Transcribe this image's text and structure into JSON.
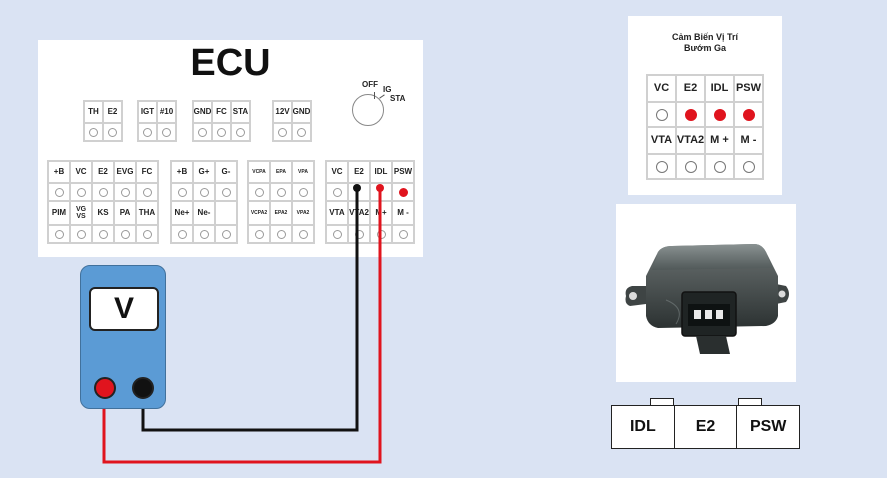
{
  "ecu": {
    "title": "ECU",
    "switch": {
      "off": "OFF",
      "ig": "IG",
      "sta": "STA"
    },
    "top_blocks": [
      [
        "TH",
        "E2"
      ],
      [
        "IGT",
        "#10"
      ],
      [
        "GND",
        "FC",
        "STA"
      ],
      [
        "12V",
        "GND"
      ]
    ],
    "block_a": {
      "row1": [
        "+B",
        "VC",
        "E2",
        "EVG",
        "FC"
      ],
      "row2": [
        "PIM",
        "VG\nVS",
        "KS",
        "PA",
        "THA"
      ]
    },
    "block_b": {
      "row1": [
        "+B",
        "G+",
        "G-"
      ],
      "row2": [
        "Ne+",
        "Ne-",
        ""
      ]
    },
    "block_c": {
      "row1": [
        "VCPA",
        "EPA",
        "VPA"
      ],
      "row2": [
        "VCPA2",
        "EPA2",
        "VPA2"
      ]
    },
    "block_d": {
      "row1": [
        "VC",
        "E2",
        "IDL",
        "PSW"
      ],
      "row2": [
        "VTA",
        "VTA2",
        "M+",
        "M -"
      ]
    }
  },
  "meter": {
    "display": "V"
  },
  "tps": {
    "title_line1": "Cảm Biến Vị Trí",
    "title_line2": "Bướm Ga",
    "row1": [
      "VC",
      "E2",
      "IDL",
      "PSW"
    ],
    "row2": [
      "VTA",
      "VTA2",
      "M +",
      "M -"
    ],
    "active_pins_row1": [
      false,
      true,
      true,
      true
    ]
  },
  "connector": {
    "labels": [
      "IDL",
      "E2",
      "PSW"
    ]
  },
  "colors": {
    "background": "#dae3f3",
    "meter": "#5b9bd5",
    "red_wire": "#e0141e",
    "black_wire": "#111111"
  }
}
